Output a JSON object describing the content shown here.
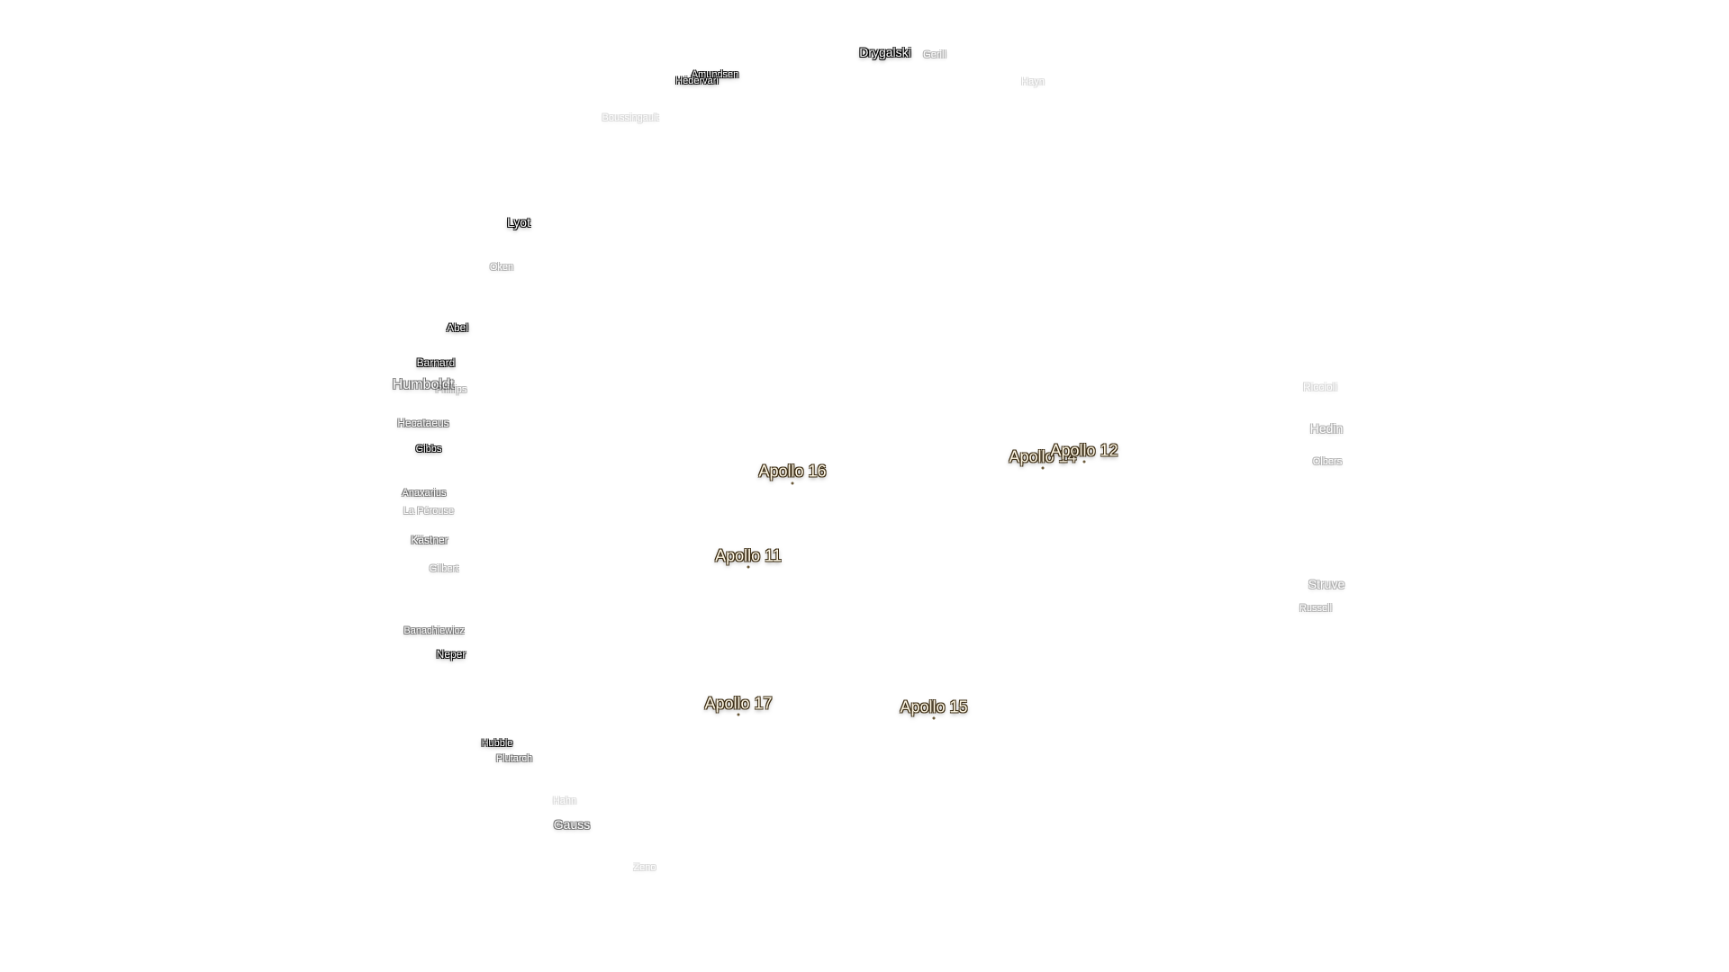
{
  "craters": [
    {
      "name": "Drygalski"
    },
    {
      "name": "Gerill"
    },
    {
      "name": "Amundsen"
    },
    {
      "name": "Hédervári"
    },
    {
      "name": "Hayn"
    },
    {
      "name": "Boussingault"
    },
    {
      "name": "Lyot"
    },
    {
      "name": "Oken"
    },
    {
      "name": "Abel"
    },
    {
      "name": "Barnard"
    },
    {
      "name": "Humboldt"
    },
    {
      "name": "Phillips"
    },
    {
      "name": "Hecataeus"
    },
    {
      "name": "Gibbs"
    },
    {
      "name": "Anaxarius"
    },
    {
      "name": "La Pérouse"
    },
    {
      "name": "Kästner"
    },
    {
      "name": "Gilbert"
    },
    {
      "name": "Banachiewicz"
    },
    {
      "name": "Neper"
    },
    {
      "name": "Hubble"
    },
    {
      "name": "Plutarch"
    },
    {
      "name": "Hahn"
    },
    {
      "name": "Gauss"
    },
    {
      "name": "Zeno"
    },
    {
      "name": "Riccioli"
    },
    {
      "name": "Hedin"
    },
    {
      "name": "Olbers"
    },
    {
      "name": "Struve"
    },
    {
      "name": "Russell"
    }
  ],
  "landing_sites": [
    {
      "name": "Apollo 16"
    },
    {
      "name": "Apollo 14"
    },
    {
      "name": "Apollo 12"
    },
    {
      "name": "Apollo 11"
    },
    {
      "name": "Apollo 17"
    },
    {
      "name": "Apollo 15"
    }
  ],
  "colors": {
    "background": "#ffffff",
    "crater_label": "#ffffff",
    "crater_outline": "#000000",
    "apollo_label": "#fff8e6",
    "apollo_outline": "#3a2b12"
  }
}
